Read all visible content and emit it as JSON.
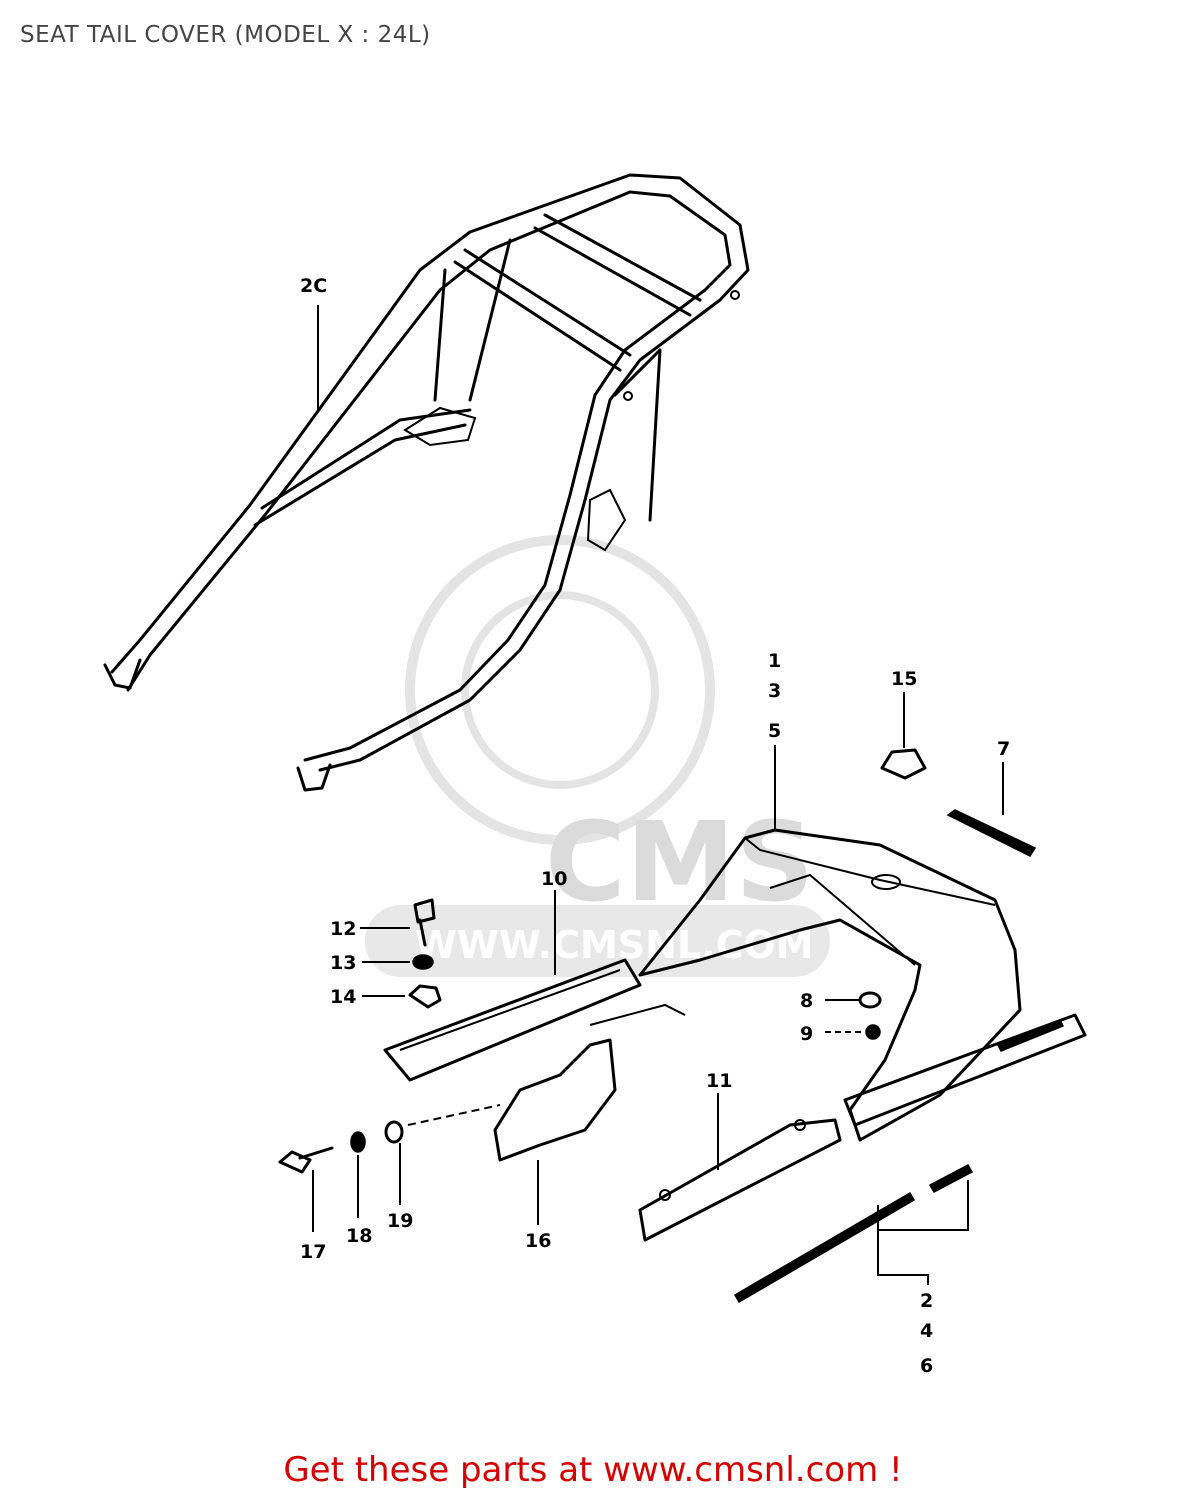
{
  "title": "SEAT TAIL COVER (MODEL X : 24L)",
  "footer": "Get these parts at www.cmsnl.com !",
  "watermark": {
    "brand": "CMS",
    "url": "WWW.CMSNL.COM"
  },
  "callouts": {
    "c2c": "2C",
    "c1": "1",
    "c3": "3",
    "c5": "5",
    "c15": "15",
    "c7": "7",
    "c10": "10",
    "c12": "12",
    "c13": "13",
    "c14": "14",
    "c8": "8",
    "c9": "9",
    "c11": "11",
    "c17": "17",
    "c18": "18",
    "c19": "19",
    "c16": "16",
    "c2": "2",
    "c4": "4",
    "c6": "6"
  },
  "colors": {
    "footer": "#d40000",
    "title": "#444444",
    "watermark": "#d8d8d8"
  }
}
